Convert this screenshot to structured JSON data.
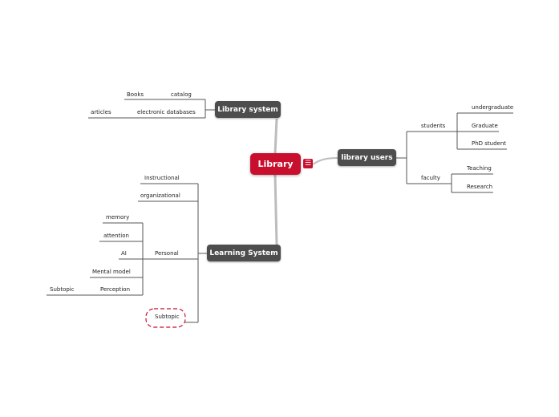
{
  "root": {
    "label": "Library"
  },
  "library_system": {
    "label": "Library system",
    "children": [
      {
        "label": "catalog",
        "children": [
          "Books"
        ]
      },
      {
        "label": "electronic databases",
        "children": [
          "articles"
        ]
      }
    ]
  },
  "library_users": {
    "label": "library users",
    "children": [
      {
        "label": "students",
        "children": [
          "undergraduate",
          "Graduate",
          "PhD student"
        ]
      },
      {
        "label": "faculty",
        "children": [
          "Teaching",
          "Research"
        ]
      }
    ]
  },
  "learning_system": {
    "label": "Learning System",
    "children": [
      "Instructional",
      "organizational"
    ],
    "personal": {
      "label": "Personal",
      "children": [
        "memory",
        "attention",
        "AI",
        "Mental model",
        "Perception"
      ],
      "perception_child": "Subtopic"
    },
    "floating_subtopic": "Subtopic"
  },
  "icons": {
    "notes": "notes-icon"
  },
  "colors": {
    "root": "#c8102e",
    "main_topic": "#4d4d4d",
    "line": "#555555",
    "dashed": "#c8102e"
  }
}
